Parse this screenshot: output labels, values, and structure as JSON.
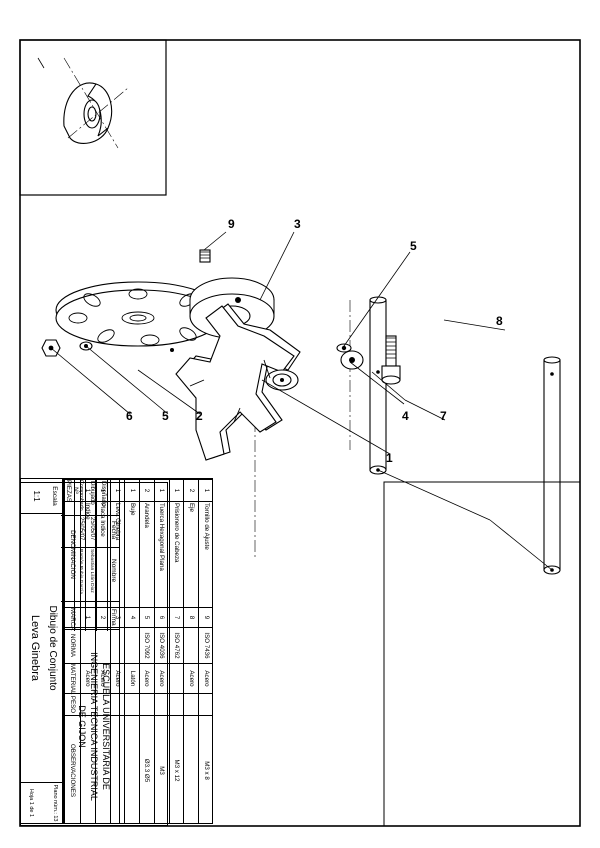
{
  "parts_list": {
    "header": {
      "qty": "Nº PIEZAS",
      "name": "DENOMINACION",
      "mark": "MARCA",
      "norm": "NORMA",
      "material": "MATERIAL",
      "weight": "PESO",
      "notes": "OBSERVACIONES"
    },
    "rows": [
      {
        "qty": "1",
        "name": "Tornillo de Ajuste",
        "mark": "9",
        "norm": "ISO 7436",
        "material": "Acero",
        "notes": "M3 x 8"
      },
      {
        "qty": "2",
        "name": "Eje",
        "mark": "8",
        "norm": "",
        "material": "Acero",
        "notes": ""
      },
      {
        "qty": "1",
        "name": "Prisionero de Cabeza",
        "mark": "7",
        "norm": "ISO 4762",
        "material": "",
        "notes": "M3 x 12"
      },
      {
        "qty": "1",
        "name": "Tuerca Hexagonal Plana",
        "mark": "6",
        "norm": "ISO 4036",
        "material": "Acero",
        "notes": "M3"
      },
      {
        "qty": "2",
        "name": "Arandela",
        "mark": "5",
        "norm": "ISO 7092",
        "material": "Acero",
        "notes": "Ø3.3 Ø5"
      },
      {
        "qty": "1",
        "name": "Buje",
        "mark": "4",
        "norm": "",
        "material": "Latón",
        "notes": ""
      },
      {
        "qty": "1",
        "name": "Leva Ginebra",
        "mark": "3",
        "norm": "",
        "material": "Acero",
        "notes": ""
      },
      {
        "qty": "1",
        "name": "Placa Indice",
        "mark": "2",
        "norm": "",
        "material": "Acero",
        "notes": ""
      },
      {
        "qty": "1",
        "name": "Indice",
        "mark": "1",
        "norm": "",
        "material": "Acero",
        "notes": ""
      }
    ]
  },
  "title_block": {
    "col_fecha": "Fecha",
    "col_nombre": "Nombre",
    "col_firma": "Firma",
    "row_disenado": "Diseñado",
    "row_dibujado": "Dibujado",
    "row_comprobado": "Comprobado",
    "dibujado_fecha": "25/05/07",
    "dibujado_nombre": "Sebastian Lilán Diaz",
    "comprobado_fecha": "25/05/07",
    "comprobado_nombre": "Ramón Rubio García",
    "school_line1": "ESCUELA UNIVERSITARIA DE",
    "school_line2": "INGENIERIA TECNICA INDUSTRIAL",
    "school_line3": "DE GIJON",
    "escala_label": "Escala",
    "escala_value": "1:1",
    "drawing_type": "Dibujo de Conjunto",
    "drawing_title": "Leva Ginebra",
    "plano_label": "Plano núm.: 13",
    "hoja_label": "Hoja 1 de 1"
  },
  "balloons": {
    "b1": "1",
    "b2": "2",
    "b3": "3",
    "b4": "4",
    "b5a": "5",
    "b5b": "5",
    "b6": "6",
    "b7": "7",
    "b8": "8",
    "b9": "9"
  }
}
